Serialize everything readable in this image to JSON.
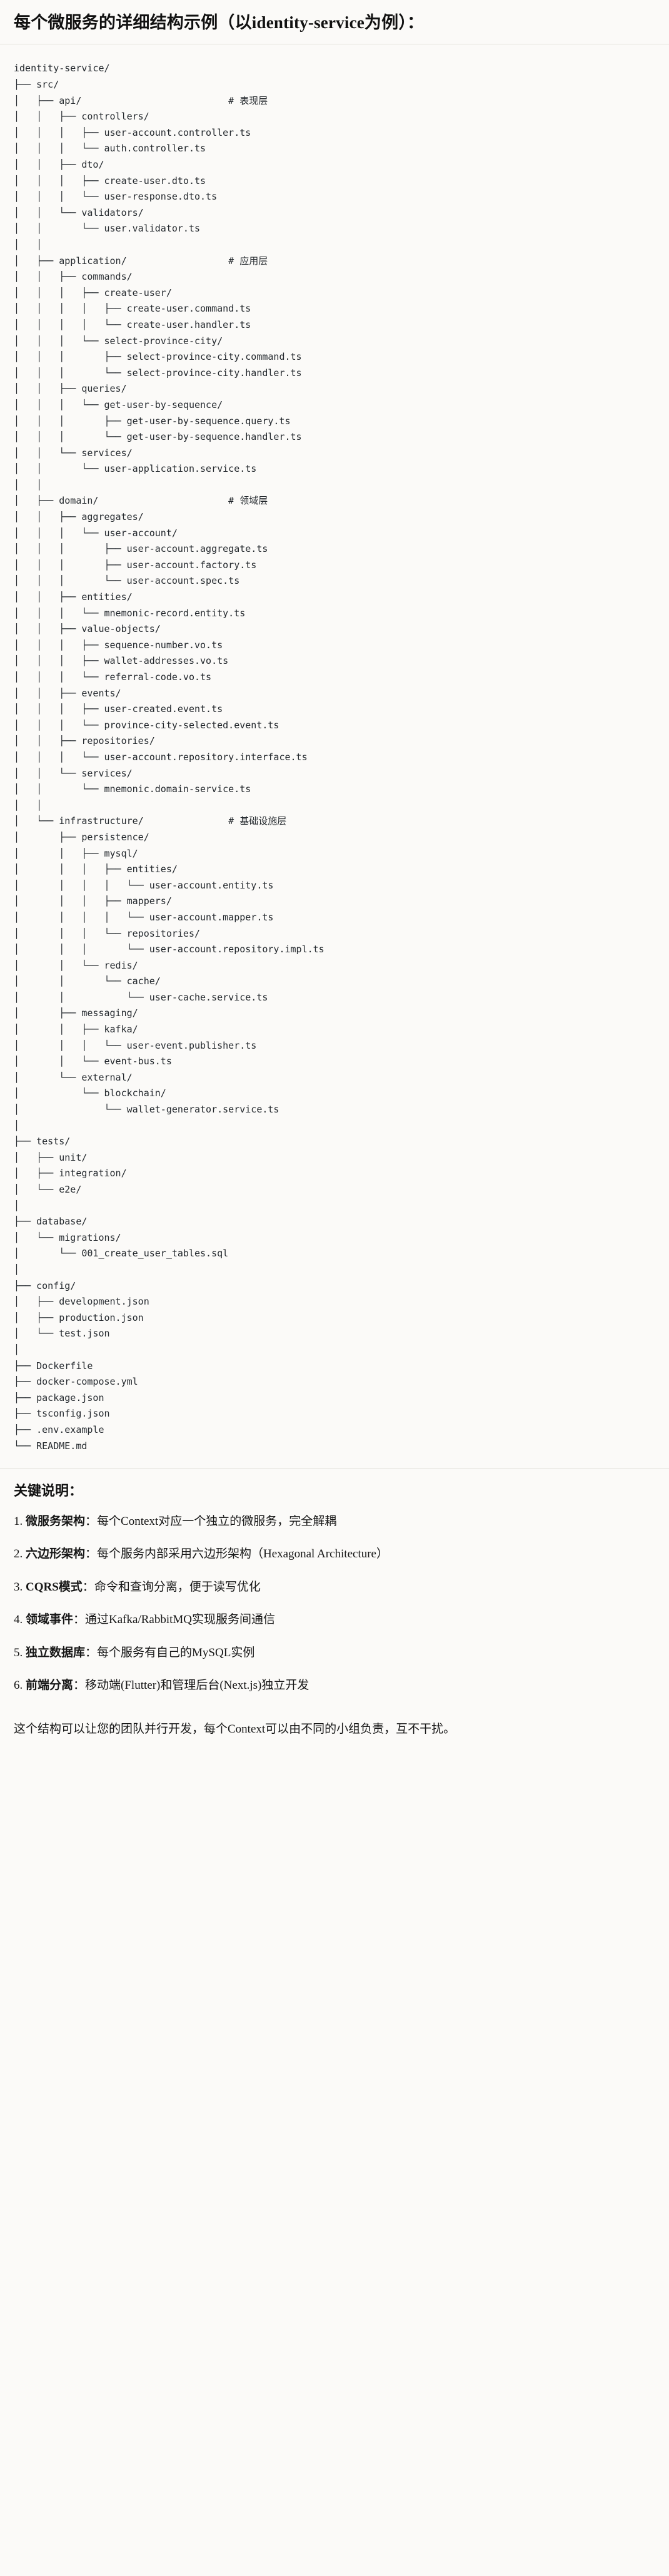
{
  "heading": "每个微服务的详细结构示例（以identity-service为例）：",
  "tree": {
    "root": "identity-service/",
    "lines": [
      "identity-service/",
      "├── src/",
      "│   ├── api/                          # 表现层",
      "│   │   ├── controllers/",
      "│   │   │   ├── user-account.controller.ts",
      "│   │   │   └── auth.controller.ts",
      "│   │   ├── dto/",
      "│   │   │   ├── create-user.dto.ts",
      "│   │   │   └── user-response.dto.ts",
      "│   │   └── validators/",
      "│   │       └── user.validator.ts",
      "│   │",
      "│   ├── application/                  # 应用层",
      "│   │   ├── commands/",
      "│   │   │   ├── create-user/",
      "│   │   │   │   ├── create-user.command.ts",
      "│   │   │   │   └── create-user.handler.ts",
      "│   │   │   └── select-province-city/",
      "│   │   │       ├── select-province-city.command.ts",
      "│   │   │       └── select-province-city.handler.ts",
      "│   │   ├── queries/",
      "│   │   │   └── get-user-by-sequence/",
      "│   │   │       ├── get-user-by-sequence.query.ts",
      "│   │   │       └── get-user-by-sequence.handler.ts",
      "│   │   └── services/",
      "│   │       └── user-application.service.ts",
      "│   │",
      "│   ├── domain/                       # 领域层",
      "│   │   ├── aggregates/",
      "│   │   │   └── user-account/",
      "│   │   │       ├── user-account.aggregate.ts",
      "│   │   │       ├── user-account.factory.ts",
      "│   │   │       └── user-account.spec.ts",
      "│   │   ├── entities/",
      "│   │   │   └── mnemonic-record.entity.ts",
      "│   │   ├── value-objects/",
      "│   │   │   ├── sequence-number.vo.ts",
      "│   │   │   ├── wallet-addresses.vo.ts",
      "│   │   │   └── referral-code.vo.ts",
      "│   │   ├── events/",
      "│   │   │   ├── user-created.event.ts",
      "│   │   │   └── province-city-selected.event.ts",
      "│   │   ├── repositories/",
      "│   │   │   └── user-account.repository.interface.ts",
      "│   │   └── services/",
      "│   │       └── mnemonic.domain-service.ts",
      "│   │",
      "│   └── infrastructure/               # 基础设施层",
      "│       ├── persistence/",
      "│       │   ├── mysql/",
      "│       │   │   ├── entities/",
      "│       │   │   │   └── user-account.entity.ts",
      "│       │   │   ├── mappers/",
      "│       │   │   │   └── user-account.mapper.ts",
      "│       │   │   └── repositories/",
      "│       │   │       └── user-account.repository.impl.ts",
      "│       │   └── redis/",
      "│       │       └── cache/",
      "│       │           └── user-cache.service.ts",
      "│       ├── messaging/",
      "│       │   ├── kafka/",
      "│       │   │   └── user-event.publisher.ts",
      "│       │   └── event-bus.ts",
      "│       └── external/",
      "│           └── blockchain/",
      "│               └── wallet-generator.service.ts",
      "│",
      "├── tests/",
      "│   ├── unit/",
      "│   ├── integration/",
      "│   └── e2e/",
      "│",
      "├── database/",
      "│   └── migrations/",
      "│       └── 001_create_user_tables.sql",
      "│",
      "├── config/",
      "│   ├── development.json",
      "│   ├── production.json",
      "│   └── test.json",
      "│",
      "├── Dockerfile",
      "├── docker-compose.yml",
      "├── package.json",
      "├── tsconfig.json",
      "├── .env.example",
      "└── README.md"
    ]
  },
  "notes": {
    "title": "关键说明：",
    "items": [
      {
        "num": "1.",
        "label": "微服务架构",
        "sep": "：",
        "body": "每个Context对应一个独立的微服务，完全解耦"
      },
      {
        "num": "2.",
        "label": "六边形架构",
        "sep": "：",
        "body": "每个服务内部采用六边形架构（Hexagonal Architecture）"
      },
      {
        "num": "3.",
        "label": "CQRS模式",
        "sep": "：",
        "body": "命令和查询分离，便于读写优化"
      },
      {
        "num": "4.",
        "label": "领域事件",
        "sep": "：",
        "body": "通过Kafka/RabbitMQ实现服务间通信"
      },
      {
        "num": "5.",
        "label": "独立数据库",
        "sep": "：",
        "body": "每个服务有自己的MySQL实例"
      },
      {
        "num": "6.",
        "label": "前端分离",
        "sep": "：",
        "body": "移动端(Flutter)和管理后台(Next.js)独立开发"
      }
    ],
    "closing": "这个结构可以让您的团队并行开发，每个Context可以由不同的小组负责，互不干扰。"
  },
  "colors": {
    "background": "#fbfaf8",
    "text": "#1a1a1a",
    "code_text": "#23282d",
    "rule": "#e3e1dc"
  }
}
